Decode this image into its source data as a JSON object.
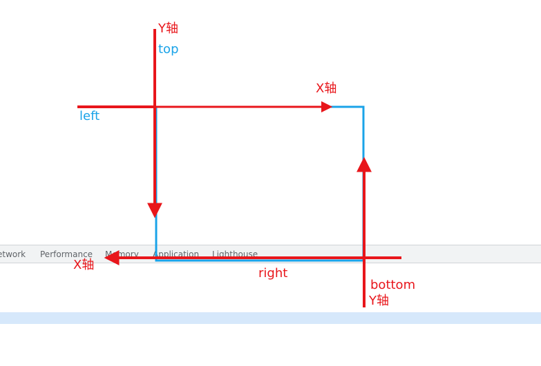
{
  "devtools": {
    "tabs": [
      {
        "label": "etwork"
      },
      {
        "label": "Performance"
      },
      {
        "label": "Memory"
      },
      {
        "label": "Application"
      },
      {
        "label": "Lighthouse"
      }
    ]
  },
  "annotations": {
    "y_axis_top": "Y轴",
    "top": "top",
    "x_axis_top": "X轴",
    "left": "left",
    "x_axis_bottom": "X轴",
    "right": "right",
    "bottom": "bottom",
    "y_axis_bottom": "Y轴"
  },
  "colors": {
    "arrow_red": "#e8161b",
    "box_blue": "#1aa3e8",
    "tabstrip_bg": "#f1f3f4",
    "selected_row": "#d6e8fb"
  }
}
